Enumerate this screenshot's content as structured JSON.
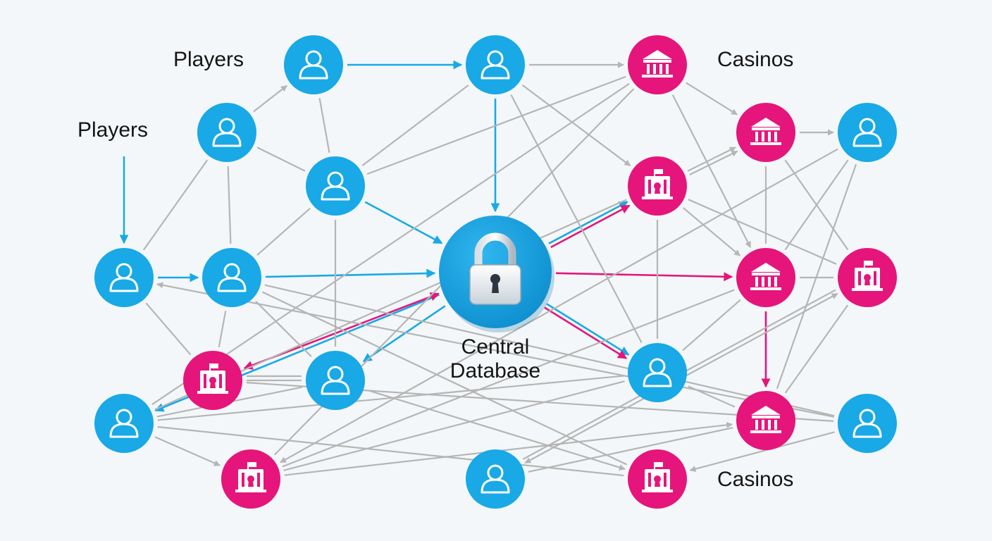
{
  "labels": {
    "players_top": "Players",
    "players_left": "Players",
    "casinos_top": "Casinos",
    "casinos_bottom": "Casinos",
    "central_line1": "Central",
    "central_line2": "Database"
  },
  "colors": {
    "background": "#f4f7f9",
    "player": "#18a9e6",
    "casino": "#e5157b",
    "gray_edge": "#b5b5b5",
    "blue_edge": "#18a9e6",
    "pink_edge": "#e5157b"
  },
  "icons": {
    "player": "person-outline-icon",
    "casino_bank": "bank-building-icon",
    "casino_lock": "locked-building-icon",
    "database": "padlock-icon"
  },
  "nodes": [
    {
      "id": "p1",
      "type": "player"
    },
    {
      "id": "p2",
      "type": "player"
    },
    {
      "id": "p3",
      "type": "player"
    },
    {
      "id": "p4",
      "type": "player"
    },
    {
      "id": "p5",
      "type": "player"
    },
    {
      "id": "p6",
      "type": "player"
    },
    {
      "id": "p7",
      "type": "player"
    },
    {
      "id": "p8",
      "type": "player"
    },
    {
      "id": "p9",
      "type": "player"
    },
    {
      "id": "p10",
      "type": "player"
    },
    {
      "id": "p11",
      "type": "player"
    },
    {
      "id": "p12",
      "type": "player"
    },
    {
      "id": "c1",
      "type": "casino_bank"
    },
    {
      "id": "c2",
      "type": "casino_bank"
    },
    {
      "id": "c3",
      "type": "casino_bank"
    },
    {
      "id": "c4",
      "type": "casino_bank"
    },
    {
      "id": "c5",
      "type": "casino_lock"
    },
    {
      "id": "c6",
      "type": "casino_lock"
    },
    {
      "id": "c7",
      "type": "casino_lock"
    },
    {
      "id": "c8",
      "type": "casino_lock"
    },
    {
      "id": "c9",
      "type": "casino_lock"
    },
    {
      "id": "db",
      "type": "database"
    }
  ],
  "edges": [
    {
      "from": "p1",
      "to": "p2",
      "style": "blue",
      "arrow": "end"
    },
    {
      "from": "p2",
      "to": "c1",
      "style": "gray",
      "arrow": "end"
    },
    {
      "from": "p2",
      "to": "db",
      "style": "blue",
      "arrow": "end"
    },
    {
      "from": "p4",
      "to": "db",
      "style": "blue",
      "arrow": "end"
    },
    {
      "from": "p6",
      "to": "db",
      "style": "blue",
      "arrow": "end"
    },
    {
      "from": "p5",
      "to": "p6",
      "style": "blue",
      "arrow": "end"
    },
    {
      "from": "db",
      "to": "p7",
      "style": "blue",
      "arrow": "end"
    },
    {
      "from": "db",
      "to": "p8",
      "style": "blue",
      "arrow": "end"
    },
    {
      "from": "db",
      "to": "p9",
      "style": "blue",
      "arrow": "end"
    },
    {
      "from": "db",
      "to": "c5",
      "style": "blue",
      "arrow": "end"
    },
    {
      "from": "db",
      "to": "c5",
      "style": "pink",
      "arrow": "end"
    },
    {
      "from": "db",
      "to": "c3",
      "style": "pink",
      "arrow": "end"
    },
    {
      "from": "db",
      "to": "p9",
      "style": "pink",
      "arrow": "end"
    },
    {
      "from": "db",
      "to": "c6",
      "style": "pink",
      "arrow": "both"
    },
    {
      "from": "c3",
      "to": "c4",
      "style": "pink",
      "arrow": "end"
    },
    {
      "from": "p3",
      "to": "p1",
      "style": "gray",
      "arrow": "end"
    },
    {
      "from": "p10",
      "to": "p5",
      "style": "gray",
      "arrow": "end"
    },
    {
      "from": "c2",
      "to": "p11",
      "style": "gray",
      "arrow": "end"
    },
    {
      "from": "c2",
      "to": "c5",
      "style": "gray",
      "arrow": "start"
    },
    {
      "from": "c1",
      "to": "c2",
      "style": "gray",
      "arrow": "end"
    },
    {
      "from": "c1",
      "to": "c3",
      "style": "gray",
      "arrow": "end"
    },
    {
      "from": "p2",
      "to": "c5",
      "style": "gray",
      "arrow": "end"
    },
    {
      "from": "p11",
      "to": "c7",
      "style": "gray",
      "arrow": "end"
    },
    {
      "from": "c7",
      "to": "c4",
      "style": "gray",
      "arrow": "end"
    },
    {
      "from": "p12",
      "to": "c8",
      "style": "gray",
      "arrow": "both"
    },
    {
      "from": "p10",
      "to": "c9",
      "style": "gray",
      "arrow": "end"
    },
    {
      "from": "p7",
      "to": "c9",
      "style": "gray",
      "arrow": "end"
    },
    {
      "from": "p8",
      "to": "c7",
      "style": "gray",
      "arrow": "end"
    },
    {
      "from": "c9",
      "to": "p8",
      "style": "gray",
      "arrow": "none"
    },
    {
      "from": "p3",
      "to": "p4",
      "style": "gray",
      "arrow": "none"
    },
    {
      "from": "p3",
      "to": "p5",
      "style": "gray",
      "arrow": "none"
    },
    {
      "from": "p3",
      "to": "p6",
      "style": "gray",
      "arrow": "none"
    },
    {
      "from": "p1",
      "to": "p4",
      "style": "gray",
      "arrow": "none"
    },
    {
      "from": "p4",
      "to": "p2",
      "style": "gray",
      "arrow": "none"
    },
    {
      "from": "p4",
      "to": "c1",
      "style": "gray",
      "arrow": "none"
    },
    {
      "from": "p4",
      "to": "p6",
      "style": "gray",
      "arrow": "none"
    },
    {
      "from": "p4",
      "to": "p7",
      "style": "gray",
      "arrow": "none"
    },
    {
      "from": "p5",
      "to": "c6",
      "style": "gray",
      "arrow": "none"
    },
    {
      "from": "p6",
      "to": "c6",
      "style": "gray",
      "arrow": "none"
    },
    {
      "from": "p6",
      "to": "p7",
      "style": "gray",
      "arrow": "none"
    },
    {
      "from": "p6",
      "to": "c9",
      "style": "gray",
      "arrow": "none"
    },
    {
      "from": "p6",
      "to": "p10",
      "style": "gray",
      "arrow": "none"
    },
    {
      "from": "c6",
      "to": "p7",
      "style": "gray",
      "arrow": "none"
    },
    {
      "from": "c6",
      "to": "p10",
      "style": "gray",
      "arrow": "none"
    },
    {
      "from": "p7",
      "to": "p8",
      "style": "gray",
      "arrow": "none"
    },
    {
      "from": "p2",
      "to": "p9",
      "style": "gray",
      "arrow": "none"
    },
    {
      "from": "c1",
      "to": "c7",
      "style": "gray",
      "arrow": "none"
    },
    {
      "from": "c1",
      "to": "p8",
      "style": "gray",
      "arrow": "none"
    },
    {
      "from": "c5",
      "to": "c8",
      "style": "gray",
      "arrow": "none"
    },
    {
      "from": "c5",
      "to": "p8",
      "style": "gray",
      "arrow": "none"
    },
    {
      "from": "c5",
      "to": "c3",
      "style": "gray",
      "arrow": "end"
    },
    {
      "from": "c5",
      "to": "c2",
      "style": "gray",
      "arrow": "end"
    },
    {
      "from": "c5",
      "to": "p9",
      "style": "gray",
      "arrow": "none"
    },
    {
      "from": "c2",
      "to": "c3",
      "style": "gray",
      "arrow": "none"
    },
    {
      "from": "c2",
      "to": "c8",
      "style": "gray",
      "arrow": "none"
    },
    {
      "from": "p11",
      "to": "c3",
      "style": "gray",
      "arrow": "none"
    },
    {
      "from": "p11",
      "to": "c4",
      "style": "gray",
      "arrow": "none"
    },
    {
      "from": "c3",
      "to": "c8",
      "style": "gray",
      "arrow": "none"
    },
    {
      "from": "c3",
      "to": "p9",
      "style": "gray",
      "arrow": "none"
    },
    {
      "from": "c3",
      "to": "c7",
      "style": "gray",
      "arrow": "none"
    },
    {
      "from": "c8",
      "to": "c4",
      "style": "gray",
      "arrow": "none"
    },
    {
      "from": "c8",
      "to": "p12",
      "style": "gray",
      "arrow": "none"
    },
    {
      "from": "c4",
      "to": "p12",
      "style": "gray",
      "arrow": "none"
    },
    {
      "from": "p9",
      "to": "c4",
      "style": "gray",
      "arrow": "none"
    },
    {
      "from": "p9",
      "to": "c7",
      "style": "gray",
      "arrow": "none"
    },
    {
      "from": "p8",
      "to": "p9",
      "style": "gray",
      "arrow": "none"
    },
    {
      "from": "p7",
      "to": "c6",
      "style": "gray",
      "arrow": "none"
    }
  ]
}
